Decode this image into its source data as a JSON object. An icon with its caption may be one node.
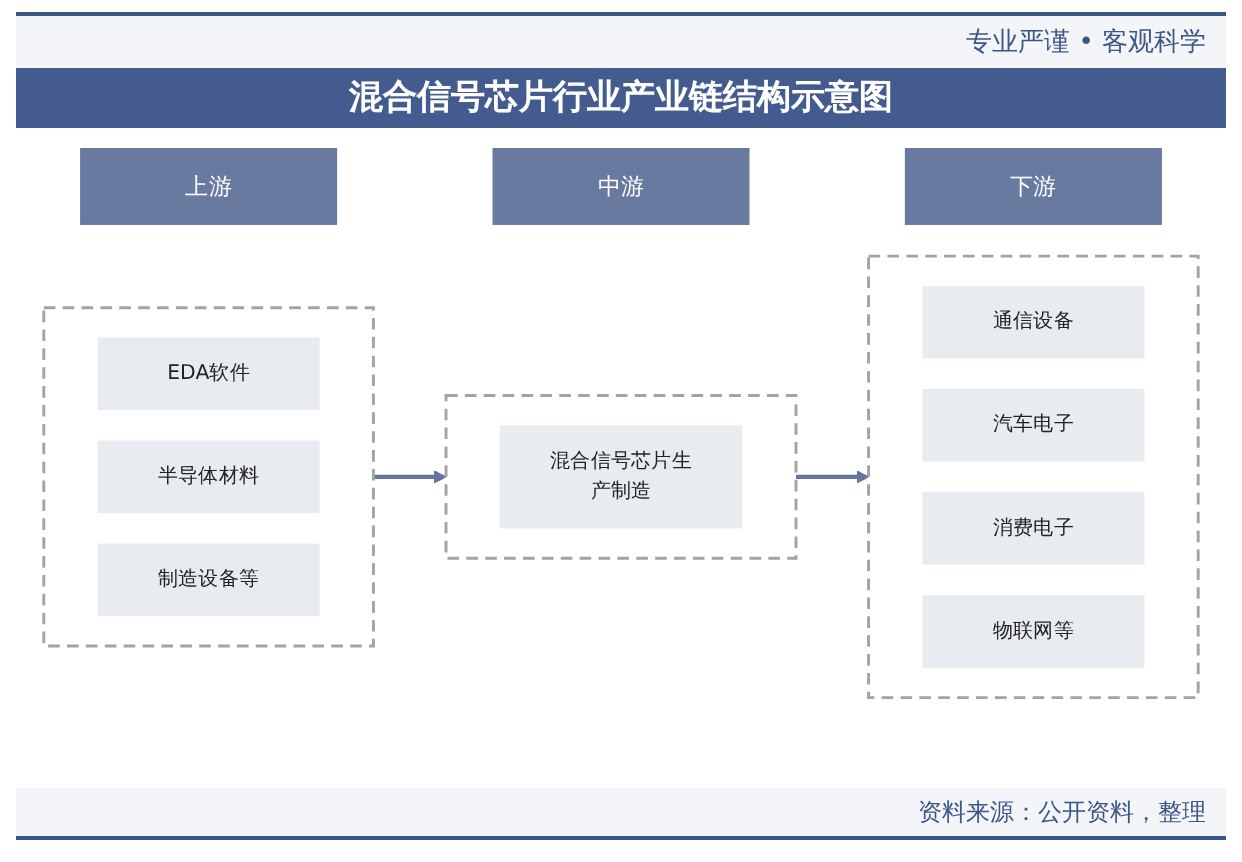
{
  "diagram": {
    "title": "混合信号芯片行业产业链结构示意图",
    "caption": "资料来源：公开资料，整理",
    "nodes": [
      {
        "text": [
          "上游"
        ]
      },
      {
        "text": [
          "中游"
        ]
      },
      {
        "text": [
          "下游"
        ]
      },
      {
        "text": [],
        "shape": "box"
      },
      {
        "text": [
          "EDA软件"
        ],
        "in": 3
      },
      {
        "text": [
          "半导体材料"
        ],
        "in": 3
      },
      {
        "text": [
          "制造设备等"
        ],
        "in": 3
      },
      {
        "text": [],
        "shape": "box"
      },
      {
        "text": [
          "混合信号芯片生产制造"
        ],
        "in": 7
      },
      {
        "text": [],
        "shape": "box"
      },
      {
        "text": [
          "通信设备"
        ],
        "in": 9
      },
      {
        "text": [
          "汽车电子"
        ],
        "in": 9
      },
      {
        "text": [
          "消费电子"
        ],
        "in": 9
      },
      {
        "text": [
          "物联网等"
        ],
        "in": 9
      }
    ],
    "edges": [
      {
        "from": 3,
        "to": 7,
        "arrow": "to",
        "color": "#64769b"
      },
      {
        "from": 7,
        "to": 9,
        "arrow": "to",
        "color": "#64769b"
      }
    ],
    "labels": [
      "专业严谨 • 客观科学"
    ]
  }
}
